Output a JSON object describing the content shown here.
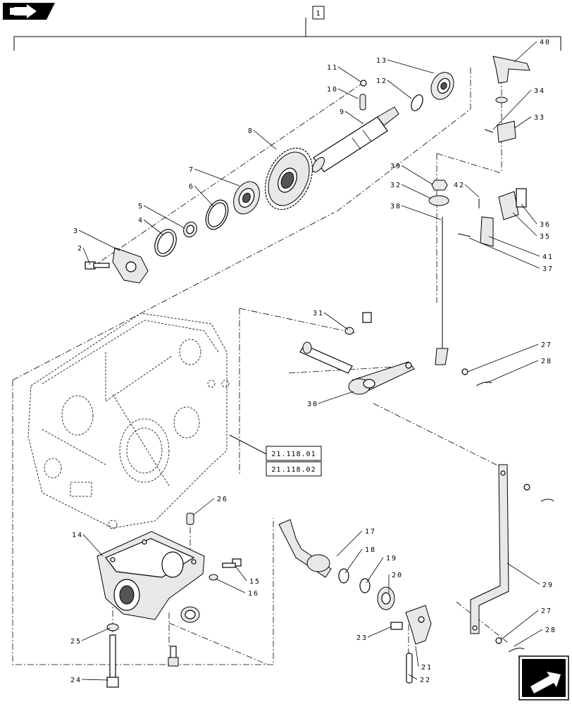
{
  "icons": {
    "top_left": "book-arrow-icon",
    "bottom_right": "next-page-arrow-icon"
  },
  "group_ref": "1",
  "callouts": [
    {
      "num": "2"
    },
    {
      "num": "3"
    },
    {
      "num": "4"
    },
    {
      "num": "5"
    },
    {
      "num": "6"
    },
    {
      "num": "7"
    },
    {
      "num": "8"
    },
    {
      "num": "9"
    },
    {
      "num": "10"
    },
    {
      "num": "11"
    },
    {
      "num": "12"
    },
    {
      "num": "13"
    },
    {
      "num": "14"
    },
    {
      "num": "15"
    },
    {
      "num": "16"
    },
    {
      "num": "17"
    },
    {
      "num": "18"
    },
    {
      "num": "19"
    },
    {
      "num": "20"
    },
    {
      "num": "21"
    },
    {
      "num": "22"
    },
    {
      "num": "23"
    },
    {
      "num": "24"
    },
    {
      "num": "25"
    },
    {
      "num": "26"
    },
    {
      "num": "27"
    },
    {
      "num": "27"
    },
    {
      "num": "28"
    },
    {
      "num": "28"
    },
    {
      "num": "29"
    },
    {
      "num": "30"
    },
    {
      "num": "31"
    },
    {
      "num": "32"
    },
    {
      "num": "33"
    },
    {
      "num": "34"
    },
    {
      "num": "35"
    },
    {
      "num": "36"
    },
    {
      "num": "37"
    },
    {
      "num": "38"
    },
    {
      "num": "39"
    },
    {
      "num": "40"
    },
    {
      "num": "41"
    },
    {
      "num": "42"
    }
  ],
  "references": [
    "21.118.01",
    "21.118.02"
  ]
}
